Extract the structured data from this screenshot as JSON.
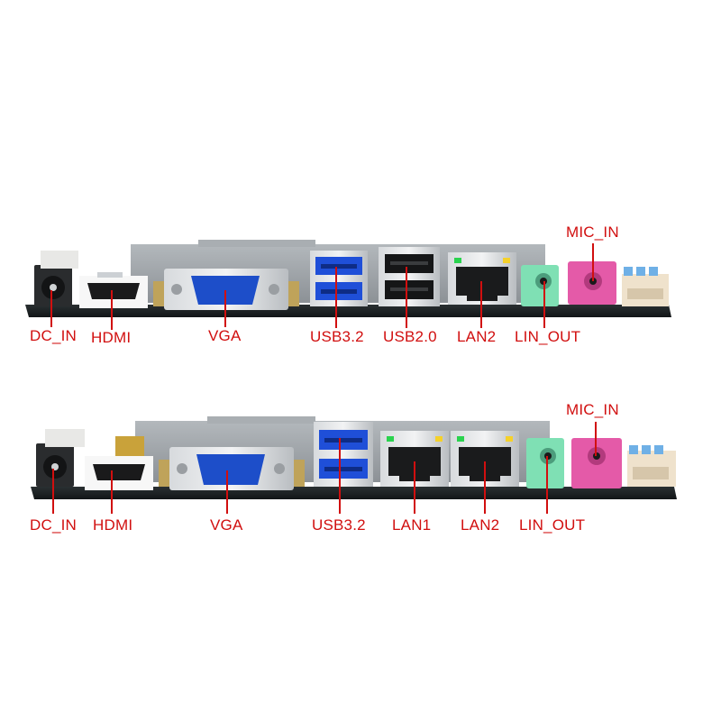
{
  "colors": {
    "label": "#d10f0f",
    "pcb": "#1c2123",
    "shield": "#9a9fa3",
    "usb3": "#1f4fd8",
    "vga": "#1d4ec9",
    "audio_green": "#7fe0b4",
    "audio_pink": "#e45aa8"
  },
  "panels": {
    "top": {
      "labels": {
        "dc_in": "DC_IN",
        "hdmi": "HDMI",
        "vga": "VGA",
        "usb32": "USB3.2",
        "usb20": "USB2.0",
        "lan2": "LAN2",
        "lin_out": "LIN_OUT",
        "mic_in": "MIC_IN"
      }
    },
    "bottom": {
      "labels": {
        "dc_in": "DC_IN",
        "hdmi": "HDMI",
        "vga": "VGA",
        "usb32": "USB3.2",
        "lan1": "LAN1",
        "lan2": "LAN2",
        "lin_out": "LIN_OUT",
        "mic_in": "MIC_IN"
      }
    }
  }
}
